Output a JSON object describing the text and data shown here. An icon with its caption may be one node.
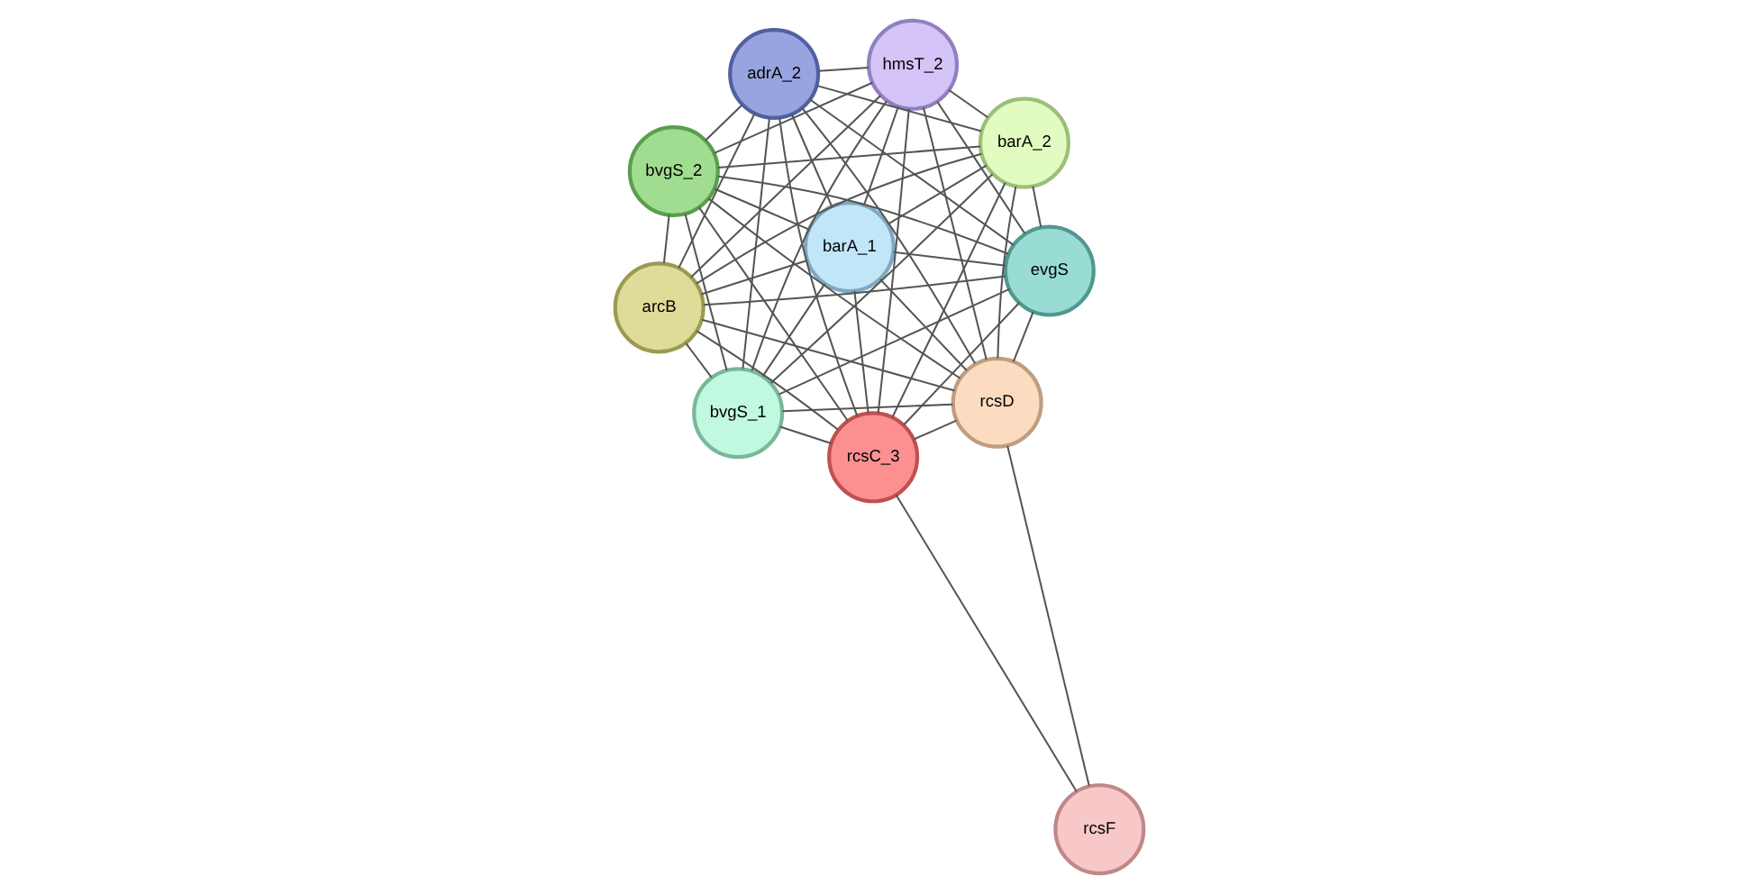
{
  "diagram": {
    "nodes": [
      {
        "text": [
          "bvgS_2"
        ]
      },
      {
        "text": [
          "barA_2"
        ]
      },
      {
        "text": [
          "bvgS_1"
        ]
      },
      {
        "text": [
          "adrA_2"
        ]
      },
      {
        "text": [
          "hmsT_2"
        ]
      },
      {
        "text": [
          "barA_1"
        ]
      },
      {
        "text": [
          "arcB"
        ]
      },
      {
        "text": [
          "evgS"
        ]
      },
      {
        "text": [
          "rcsC_3"
        ]
      },
      {
        "text": [
          "rcsD"
        ]
      },
      {
        "text": [
          "rcsF"
        ]
      }
    ],
    "edges": [
      {
        "from": 0,
        "to": 1,
        "arrow": "none"
      },
      {
        "from": 0,
        "to": 2,
        "arrow": "none"
      },
      {
        "from": 0,
        "to": 3,
        "arrow": "none"
      },
      {
        "from": 0,
        "to": 4,
        "arrow": "none"
      },
      {
        "from": 0,
        "to": 5,
        "arrow": "none"
      },
      {
        "from": 0,
        "to": 6,
        "arrow": "none"
      },
      {
        "from": 0,
        "to": 7,
        "arrow": "none"
      },
      {
        "from": 0,
        "to": 8,
        "arrow": "none"
      },
      {
        "from": 0,
        "to": 9,
        "arrow": "none"
      },
      {
        "from": 1,
        "to": 2,
        "arrow": "none"
      },
      {
        "from": 1,
        "to": 3,
        "arrow": "none"
      },
      {
        "from": 1,
        "to": 4,
        "arrow": "none"
      },
      {
        "from": 1,
        "to": 5,
        "arrow": "none"
      },
      {
        "from": 1,
        "to": 6,
        "arrow": "none"
      },
      {
        "from": 1,
        "to": 7,
        "arrow": "none"
      },
      {
        "from": 1,
        "to": 8,
        "arrow": "none"
      },
      {
        "from": 1,
        "to": 9,
        "arrow": "none"
      },
      {
        "from": 2,
        "to": 3,
        "arrow": "none"
      },
      {
        "from": 2,
        "to": 4,
        "arrow": "none"
      },
      {
        "from": 2,
        "to": 5,
        "arrow": "none"
      },
      {
        "from": 2,
        "to": 6,
        "arrow": "none"
      },
      {
        "from": 2,
        "to": 7,
        "arrow": "none"
      },
      {
        "from": 2,
        "to": 8,
        "arrow": "none"
      },
      {
        "from": 2,
        "to": 9,
        "arrow": "none"
      },
      {
        "from": 3,
        "to": 4,
        "arrow": "none"
      },
      {
        "from": 3,
        "to": 5,
        "arrow": "none"
      },
      {
        "from": 3,
        "to": 6,
        "arrow": "none"
      },
      {
        "from": 3,
        "to": 7,
        "arrow": "none"
      },
      {
        "from": 3,
        "to": 8,
        "arrow": "none"
      },
      {
        "from": 3,
        "to": 9,
        "arrow": "none"
      },
      {
        "from": 4,
        "to": 5,
        "arrow": "none"
      },
      {
        "from": 4,
        "to": 6,
        "arrow": "none"
      },
      {
        "from": 4,
        "to": 7,
        "arrow": "none"
      },
      {
        "from": 4,
        "to": 8,
        "arrow": "none"
      },
      {
        "from": 4,
        "to": 9,
        "arrow": "none"
      },
      {
        "from": 5,
        "to": 6,
        "arrow": "none"
      },
      {
        "from": 5,
        "to": 7,
        "arrow": "none"
      },
      {
        "from": 5,
        "to": 8,
        "arrow": "none"
      },
      {
        "from": 5,
        "to": 9,
        "arrow": "none"
      },
      {
        "from": 6,
        "to": 7,
        "arrow": "none"
      },
      {
        "from": 6,
        "to": 8,
        "arrow": "none"
      },
      {
        "from": 6,
        "to": 9,
        "arrow": "none"
      },
      {
        "from": 7,
        "to": 8,
        "arrow": "none"
      },
      {
        "from": 7,
        "to": 9,
        "arrow": "none"
      },
      {
        "from": 8,
        "to": 9,
        "arrow": "none"
      },
      {
        "from": 9,
        "to": 10,
        "arrow": "none"
      },
      {
        "from": 8,
        "to": 10,
        "arrow": "none"
      }
    ]
  }
}
